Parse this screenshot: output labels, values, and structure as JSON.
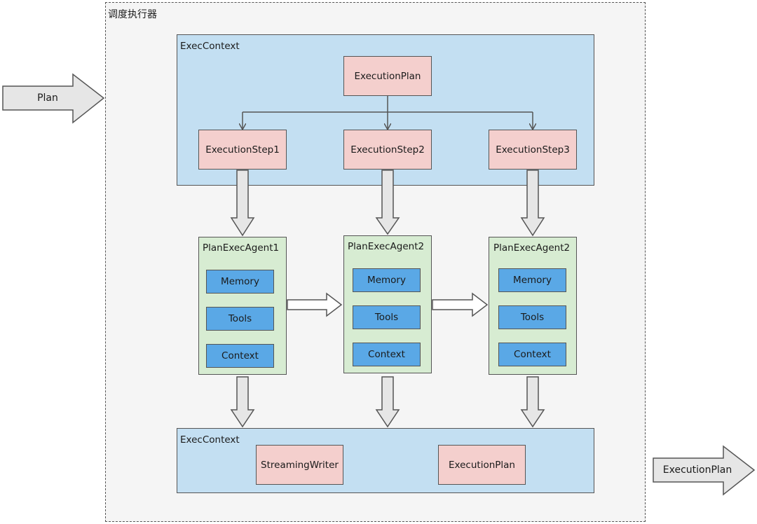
{
  "scheduler": {
    "title": "调度执行器"
  },
  "input": {
    "label": "Plan"
  },
  "output": {
    "label": "ExecutionPlan"
  },
  "top_context": {
    "label": "ExecContext",
    "plan": "ExecutionPlan",
    "steps": [
      "ExecutionStep1",
      "ExecutionStep2",
      "ExecutionStep3"
    ]
  },
  "agents": [
    {
      "title": "PlanExecAgent1",
      "items": [
        "Memory",
        "Tools",
        "Context"
      ]
    },
    {
      "title": "PlanExecAgent2",
      "items": [
        "Memory",
        "Tools",
        "Context"
      ]
    },
    {
      "title": "PlanExecAgent2",
      "items": [
        "Memory",
        "Tools",
        "Context"
      ]
    }
  ],
  "bottom_context": {
    "label": "ExecContext",
    "items": [
      "StreamingWriter",
      "ExecutionPlan"
    ]
  },
  "colors": {
    "context_fill": "#c3dff2",
    "step_fill": "#f4cfcd",
    "agent_fill": "#d7ecd2",
    "module_fill": "#5aa8e6",
    "arrow_fill": "#e6e6e6",
    "scheduler_fill": "#f5f5f5"
  }
}
